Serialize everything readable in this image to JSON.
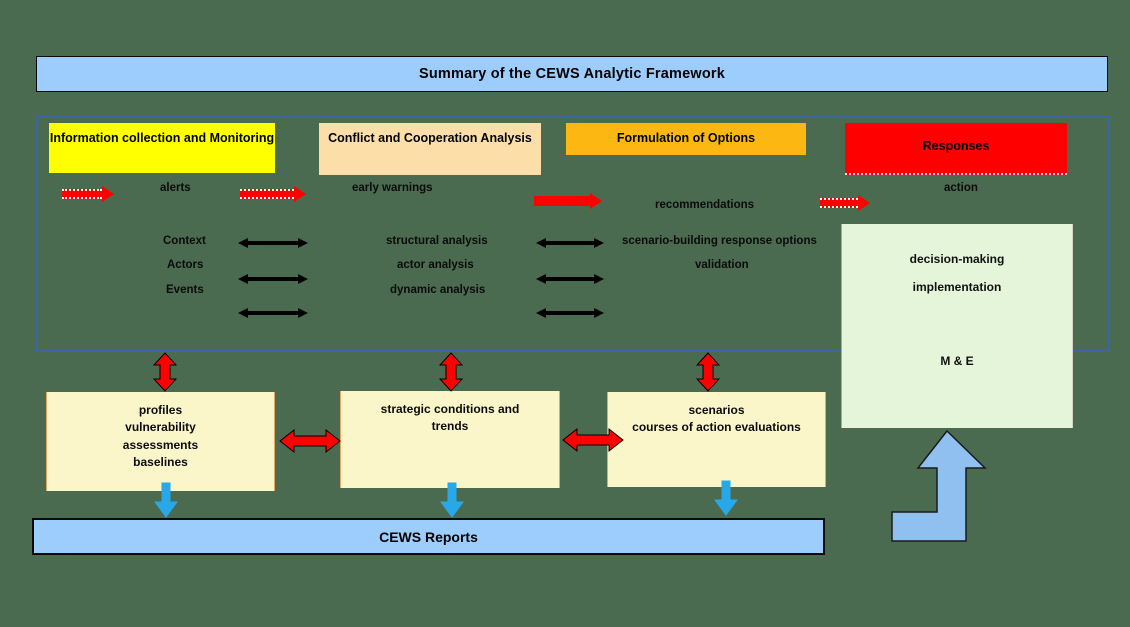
{
  "title_banner": {
    "text": "Summary of the CEWS Analytic Framework"
  },
  "stages": [
    {
      "name": "information-collection",
      "label": "Information collection and Monitoring",
      "color": "#ffff00"
    },
    {
      "name": "conflict-analysis",
      "label": "Conflict and Cooperation Analysis",
      "color": "#fcdfa8"
    },
    {
      "name": "formulation-options",
      "label": "Formulation of Options",
      "color": "#fdb713"
    },
    {
      "name": "responses",
      "label": "Responses",
      "color": "#ff0000"
    }
  ],
  "flow_labels": {
    "alerts": "alerts",
    "early_warnings": "early warnings",
    "recommendations": "recommendations",
    "action": "action"
  },
  "analysis": {
    "column1": [
      "Context",
      "Actors",
      "Events"
    ],
    "column2": [
      "structural analysis",
      "actor analysis",
      "dynamic analysis"
    ],
    "column3": [
      "scenario-building response options",
      "validation"
    ]
  },
  "decision_box": {
    "line1": "decision-making",
    "line2": "implementation",
    "line3": "M & E",
    "color": "#e4f5d9"
  },
  "products": [
    {
      "name": "profiles-vulnerability",
      "lines": [
        "profiles",
        "vulnerability",
        "assessments",
        "baselines"
      ]
    },
    {
      "name": "strategic-conditions",
      "lines": [
        "strategic conditions and",
        "trends"
      ]
    },
    {
      "name": "scenarios-courses",
      "lines": [
        "scenarios",
        "courses of action evaluations"
      ]
    }
  ],
  "reports_banner": {
    "text": "CEWS Reports"
  },
  "colors": {
    "background": "#4a6b50",
    "banner_blue": "#9dcdfc",
    "frame_blue": "#3d64a8",
    "arrow_red": "#ff0000",
    "arrow_blue": "#8fc0f0",
    "product_cream": "#fbf6c9"
  }
}
